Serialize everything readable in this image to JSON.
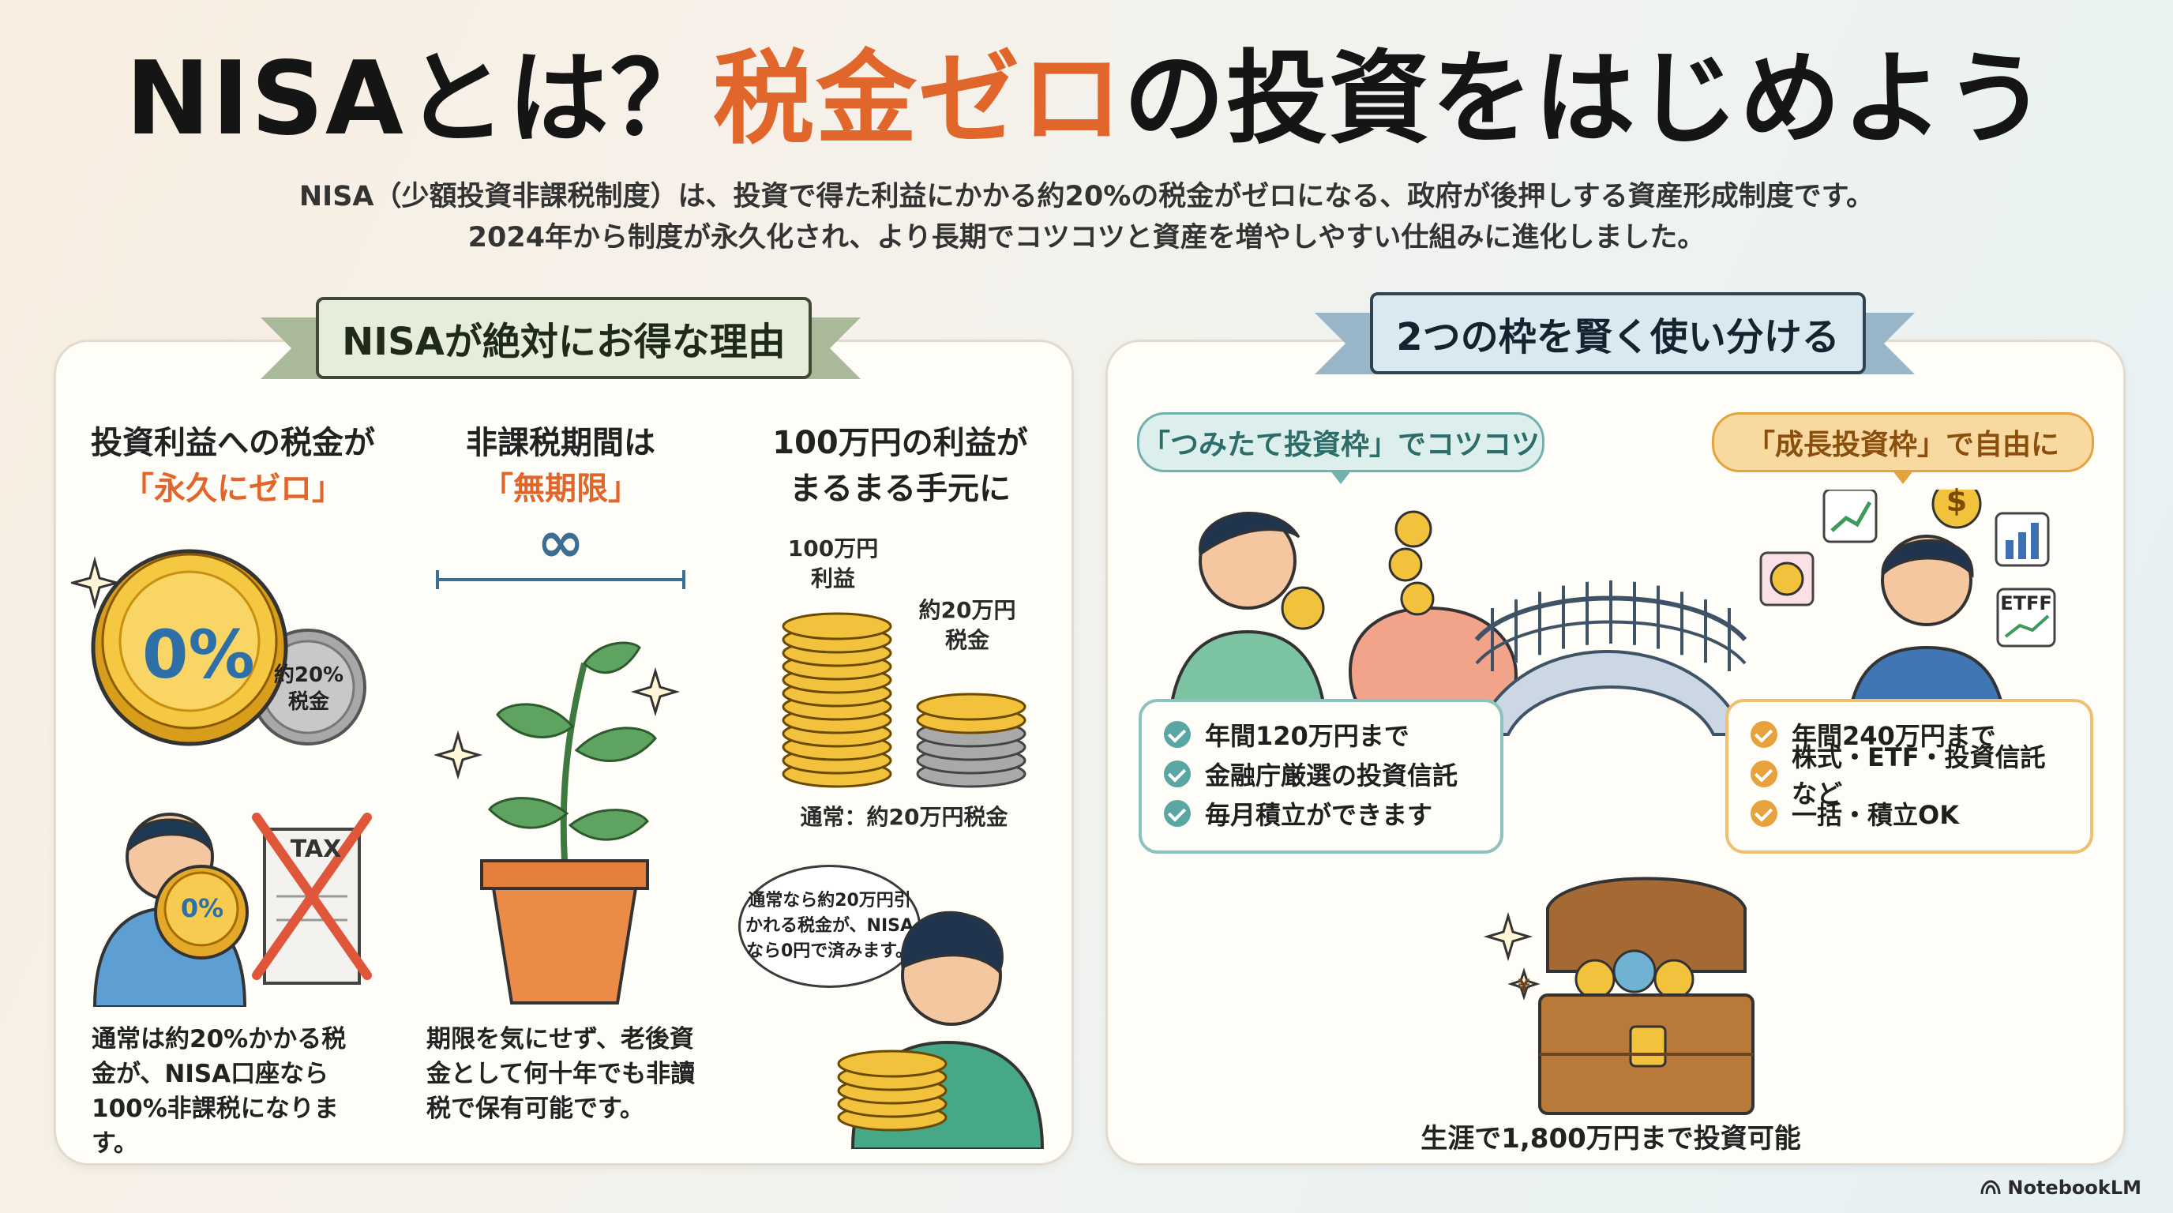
{
  "header": {
    "title_prefix": "NISAとは？",
    "title_accent": "税金ゼロ",
    "title_suffix": "の投資をはじめよう",
    "intro_line1": "NISA（少額投資非課税制度）は、投資で得た利益にかかる約20%の税金がゼロになる、政府が後押しする資産形成制度です。",
    "intro_line2": "2024年から制度が永久化され、より長期でコツコツと資産を増やしやすい仕組みに進化しました。"
  },
  "left_panel": {
    "banner": "NISAが絶対にお得な理由",
    "col1": {
      "heading_line1": "投資利益への税金が",
      "heading_line2": "「永久にゼロ」",
      "coin_label": "0%",
      "gray_coin_label": "約20%税金",
      "small_coin_label": "0%",
      "tax_label": "TAX",
      "body": "通常は約20%かかる税金が、NISA口座なら100%非課税になります。"
    },
    "col2": {
      "heading_line1": "非課税期間は",
      "heading_line2": "「無期限」",
      "infinity": "∞",
      "body": "期限を気にせず、老後資金として何十年でも非讀税で保有可能です。"
    },
    "col3": {
      "heading_line1": "100万円の利益が",
      "heading_line2": "まるまる手元に",
      "stack_label": "100万円利益",
      "tax_stack_label": "約20万円税金",
      "caption": "通常：約20万円税金",
      "bubble": "通常なら約20万円引かれる税金が、NISAなら0円で済みます。"
    }
  },
  "right_panel": {
    "banner": "2つの枠を賢く使い分ける",
    "tsumitate": {
      "pill": "「つみたて投資枠」でコツコツ",
      "items": [
        "年間120万円まで",
        "金融庁厳選の投資信託",
        "毎月積立ができます"
      ]
    },
    "growth": {
      "pill": "「成長投資枠」で自由に",
      "items": [
        "年間240万円まで",
        "株式・ETF・投資信託など",
        "一括・積立OK"
      ],
      "etf_label": "ETFF",
      "dollar": "$"
    },
    "yen_symbol": "¥",
    "lifetime": "生涯で1,800万円まで投資可能"
  },
  "footer": {
    "logo": "NotebookLM"
  },
  "colors": {
    "accent": "#e0662b",
    "teal": "#5aa6a3",
    "orange": "#e7a23c",
    "gold": "#f2c23c"
  }
}
